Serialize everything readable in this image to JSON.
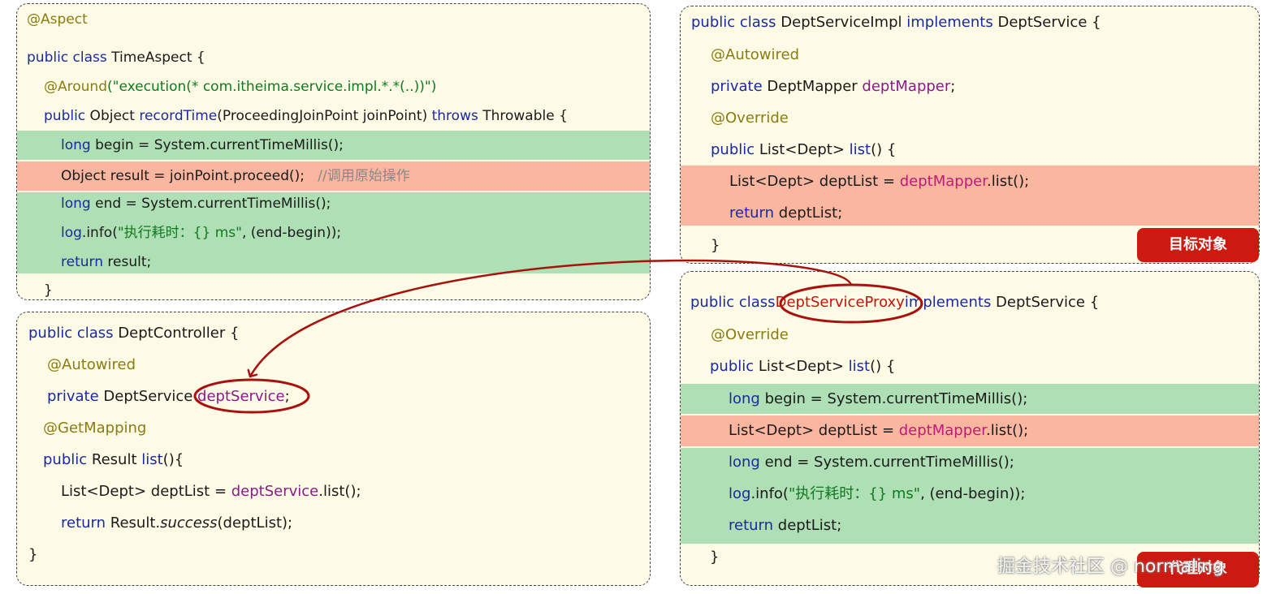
{
  "time_aspect": {
    "annotation": "@Aspect",
    "class_decl": {
      "kw": "public class",
      "name": " TimeAspect {"
    },
    "around": {
      "anno": "@Around",
      "args": "(\"execution(* com.itheima.service.impl.*.*(..))\")"
    },
    "method_sig": {
      "kw1": "public",
      "ret": " Object ",
      "name": "recordTime",
      "params": "(ProceedingJoinPoint joinPoint) ",
      "kw2": "throws",
      "exc": " Throwable {"
    },
    "begin_line": {
      "kw": "long",
      "rest": " begin = System.currentTimeMillis();"
    },
    "proceed_line": {
      "code": "Object result = joinPoint.proceed();",
      "comment": "//调用原始操作"
    },
    "end_line": {
      "kw": "long",
      "rest": " end = System.currentTimeMillis();"
    },
    "log_line": {
      "obj": "log",
      "call": ".info(",
      "str": "\"执行耗时：{} ms\"",
      "rest": ", (end-begin));"
    },
    "return_line": {
      "kw": "return",
      "rest": " result;"
    },
    "close": "}"
  },
  "dept_controller": {
    "class_decl": {
      "kw": "public class",
      "name": " DeptController {"
    },
    "autowired": "@Autowired",
    "field": {
      "kw": "private",
      "type": " DeptService ",
      "name": "deptService",
      "end": ";"
    },
    "mapping": "@GetMapping",
    "method_sig": {
      "kw": "public",
      "ret": " Result ",
      "name": "list",
      "rest": "(){"
    },
    "list_line": {
      "type": "List<Dept> deptList = ",
      "field": "deptService",
      "rest": ".list();"
    },
    "return_line": {
      "kw": "return",
      "pre": " Result.",
      "call": "success",
      "rest": "(deptList);"
    },
    "close": "}"
  },
  "dept_service_impl": {
    "class_decl": {
      "kw1": "public class",
      "name": " DeptServiceImpl ",
      "kw2": "implements",
      "iface": " DeptService {"
    },
    "autowired": "@Autowired",
    "field": {
      "kw": "private",
      "type": " DeptMapper ",
      "name": "deptMapper",
      "end": ";"
    },
    "override": "@Override",
    "method_sig": {
      "kw": "public",
      "ret": " List<Dept> ",
      "name": "list",
      "rest": "() {"
    },
    "list_line": {
      "type": "List<Dept> deptList = ",
      "field": "deptMapper",
      "rest": ".list();"
    },
    "return_line": {
      "kw": "return",
      "rest": " deptList;"
    },
    "close": "}",
    "tag": "目标对象"
  },
  "dept_service_proxy": {
    "class_decl": {
      "kw1": "public class",
      "name": "DeptServiceProxy",
      "kw2": "implements",
      "iface": " DeptService {"
    },
    "override": "@Override",
    "method_sig": {
      "kw": "public",
      "ret": " List<Dept> ",
      "name": "list",
      "rest": "() {"
    },
    "begin_line": {
      "kw": "long",
      "rest": " begin = System.currentTimeMillis();"
    },
    "list_line": {
      "type": "List<Dept> deptList = ",
      "field": "deptMapper",
      "rest": ".list();"
    },
    "end_line": {
      "kw": "long",
      "rest": " end = System.currentTimeMillis();"
    },
    "log_line": {
      "obj": "log",
      "call": ".info(",
      "str": "\"执行耗时：{} ms\"",
      "rest": ", (end-begin));"
    },
    "return_line": {
      "kw": "return",
      "rest": " deptList;"
    },
    "close": "}",
    "tag": "代理对象"
  },
  "watermark": "掘金技术社区 @ normaling",
  "colors": {
    "panel_bg": "#fdfbe6",
    "highlight_green": "#afdfb4",
    "highlight_red": "#fbb6a0",
    "arrow": "#a8120e",
    "tag_bg": "#cc1a10"
  }
}
